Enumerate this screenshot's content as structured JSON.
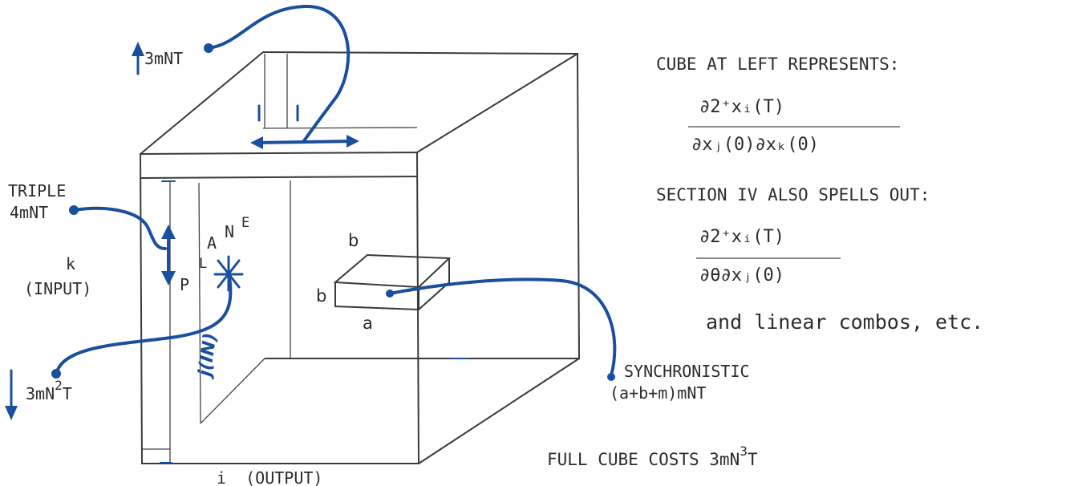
{
  "labels": {
    "top_cost": "3mNT",
    "triple_line1": "TRIPLE",
    "triple_line2": "4mNT",
    "k_label": "k",
    "k_input": "(INPUT)",
    "plane_p": "P",
    "plane_l": "L",
    "plane_a": "A",
    "plane_n": "N",
    "plane_e": "E",
    "j_in": "j(IN)",
    "left_cost_base": "3mN",
    "left_cost_exp": "2",
    "left_cost_tail": "T",
    "output_label": "i  (OUTPUT)",
    "box_b_top": "b",
    "box_b_left": "b",
    "box_a": "a",
    "sync_line1": "SYNCHRONISTIC",
    "sync_line2": "(a+b+m)mNT"
  },
  "right_panel": {
    "cube_represents": "CUBE AT LEFT REPRESENTS:",
    "formula1_num": "∂2⁺xᵢ(T)",
    "formula1_den": "∂xⱼ(0)∂xₖ(0)",
    "section_iv": "SECTION IV ALSO SPELLS OUT:",
    "formula2_num": "∂2⁺xᵢ(T)",
    "formula2_den": "∂θ∂xⱼ(0)",
    "linear_combos": "and linear combos, etc.",
    "full_cube_base": "FULL CUBE COSTS 3mN",
    "full_cube_exp": "3",
    "full_cube_tail": "T"
  },
  "colors": {
    "ink_blue": "#1a4f9e",
    "pencil": "#2c2c2c"
  }
}
